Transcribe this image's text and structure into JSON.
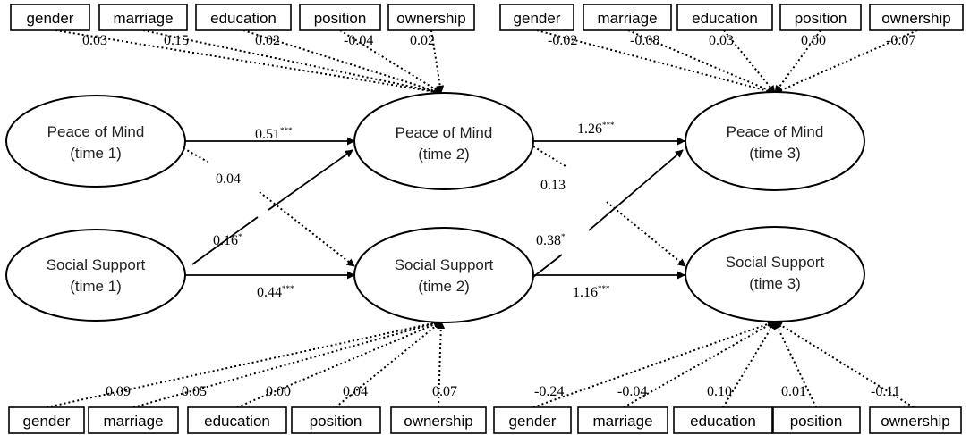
{
  "latents": {
    "pom1": {
      "line1": "Peace of Mind",
      "line2": "(time 1)"
    },
    "pom2": {
      "line1": "Peace of Mind",
      "line2": "(time 2)"
    },
    "pom3": {
      "line1": "Peace of Mind",
      "line2": "(time 3)"
    },
    "ss1": {
      "line1": "Social Support",
      "line2": "(time 1)"
    },
    "ss2": {
      "line1": "Social Support",
      "line2": "(time 2)"
    },
    "ss3": {
      "line1": "Social Support",
      "line2": "(time 3)"
    }
  },
  "covariate_groups": {
    "top_left": {
      "boxes": [
        "gender",
        "marriage",
        "education",
        "position",
        "ownership"
      ],
      "coefs": [
        "0.03",
        "0.15",
        "0.02",
        "-0.04",
        "0.02"
      ]
    },
    "top_right": {
      "boxes": [
        "gender",
        "marriage",
        "education",
        "position",
        "ownership"
      ],
      "coefs": [
        "-0.02",
        "-0.08",
        "0.03",
        "0.00",
        "-0.07"
      ]
    },
    "bottom_left": {
      "boxes": [
        "gender",
        "marriage",
        "education",
        "position",
        "ownership"
      ],
      "coefs": [
        "0.09",
        "0.05",
        "0.00",
        "0.04",
        "0.07"
      ]
    },
    "bottom_right": {
      "boxes": [
        "gender",
        "marriage",
        "education",
        "position",
        "ownership"
      ],
      "coefs": [
        "-0.24",
        "-0.04",
        "0.10",
        "0.01",
        "-0.11"
      ]
    }
  },
  "paths": {
    "pom1_pom2": {
      "value": "0.51",
      "sig": "***"
    },
    "pom1_ss2": {
      "value": "0.04",
      "sig": ""
    },
    "ss1_pom2": {
      "value": "0.16",
      "sig": "*"
    },
    "ss1_ss2": {
      "value": "0.44",
      "sig": "***"
    },
    "pom2_pom3": {
      "value": "1.26",
      "sig": "***"
    },
    "pom2_ss3": {
      "value": "0.13",
      "sig": ""
    },
    "ss2_pom3": {
      "value": "0.38",
      "sig": "*"
    },
    "ss2_ss3": {
      "value": "1.16",
      "sig": "***"
    }
  }
}
